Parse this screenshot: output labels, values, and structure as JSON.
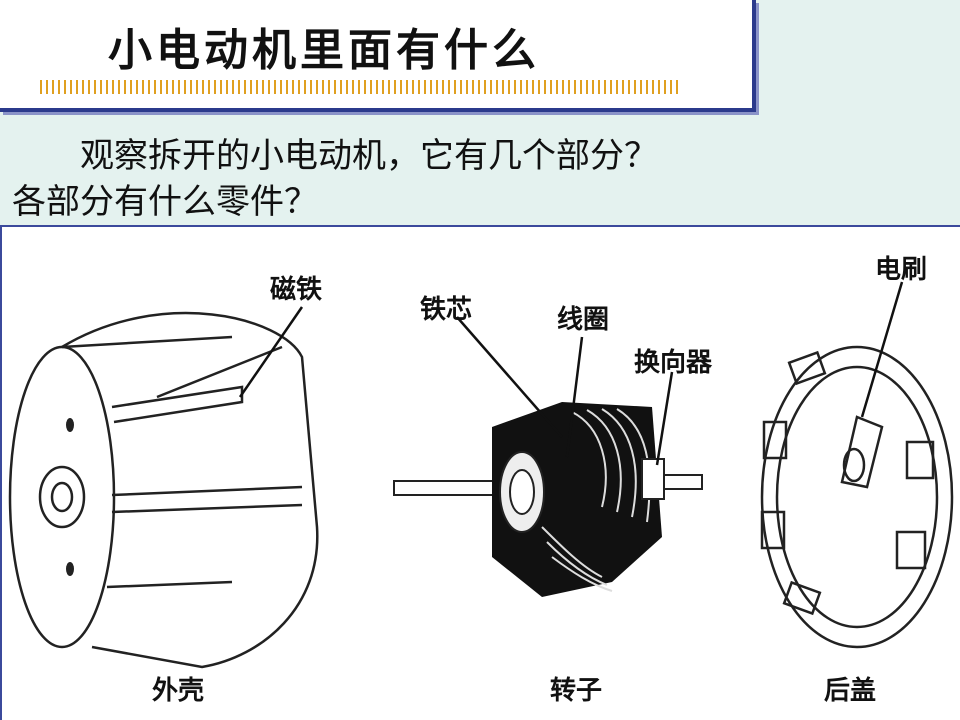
{
  "slide": {
    "title": "小电动机里面有什么",
    "question_line1": "观察拆开的小电动机，它有几个部分？",
    "question_line2": "各部分有什么零件？"
  },
  "figure": {
    "labels": {
      "magnet": "磁铁",
      "iron_core": "铁芯",
      "coil": "线圈",
      "commutator": "换向器",
      "brush": "电刷",
      "housing": "外壳",
      "rotor": "转子",
      "back_cover": "后盖"
    }
  },
  "colors": {
    "accent_border": "#2b3a8c",
    "background": "#e4f2ef",
    "title_underline": "#e0a020"
  }
}
